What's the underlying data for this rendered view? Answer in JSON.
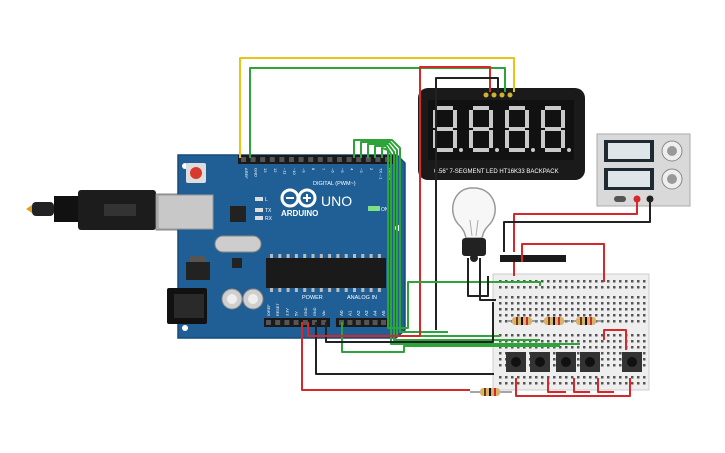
{
  "colors": {
    "board": "#1f5f95",
    "board_dark": "#17497a",
    "wire_red": "#d6282b",
    "wire_black": "#222222",
    "wire_green": "#2ea33a",
    "wire_yellow": "#e6c418",
    "display_body": "#1a1a1a",
    "segment_off": "#c9c9c9",
    "breadboard": "#eeeeee",
    "psu_body": "#d9d9d9"
  },
  "arduino": {
    "brand": "ARDUINO",
    "model": "UNO",
    "digital_label": "DIGITAL (PWM~)",
    "power_label": "POWER",
    "analog_label": "ANALOG IN",
    "on_label": "ON",
    "tx_label": "TX",
    "rx_label": "RX",
    "l_label": "L",
    "top_pins": [
      "AREF",
      "GND",
      "13",
      "12",
      "~11",
      "~10",
      "~9",
      "8",
      "7",
      "~6",
      "~5",
      "4",
      "~3",
      "2",
      "TX→1",
      "RX←0"
    ],
    "power_pins": [
      "IOREF",
      "RESET",
      "3.3V",
      "5V",
      "GND",
      "GND",
      "Vin"
    ],
    "analog_pins": [
      "A0",
      "A1",
      "A2",
      "A3",
      "A4",
      "A5"
    ]
  },
  "display": {
    "label": "0.56\" 7-SEGMENT LED HT16K33 BACKPACK",
    "digits": 4
  },
  "power_supply": {
    "channels": 2
  },
  "breadboard": {
    "buttons": 5,
    "resistors": 3
  }
}
